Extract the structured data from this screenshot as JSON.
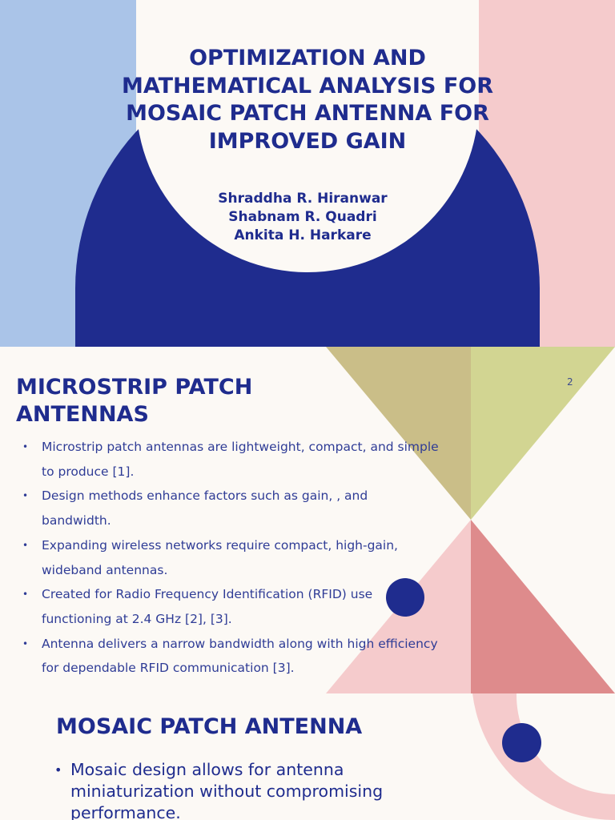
{
  "colors": {
    "navy": "#1f2c8e",
    "light_blue": "#aac4e8",
    "light_pink": "#f5cbcc",
    "rose": "#de8b8c",
    "khaki": "#cabe88",
    "lime": "#d2d592",
    "background": "#fcf9f5"
  },
  "slide1": {
    "title": "OPTIMIZATION AND MATHEMATICAL ANALYSIS FOR MOSAIC PATCH ANTENNA FOR IMPROVED GAIN",
    "title_lines": [
      "OPTIMIZATION AND",
      "MATHEMATICAL ANALYSIS FOR",
      "MOSAIC PATCH ANTENNA FOR",
      "IMPROVED GAIN"
    ],
    "authors": [
      "Shraddha R. Hiranwar",
      "Shabnam R. Quadri",
      "Ankita H. Harkare"
    ]
  },
  "slide2": {
    "page_number": "2",
    "heading_lines": [
      "MICROSTRIP PATCH",
      "ANTENNAS"
    ],
    "bullet_icon": "bullet-dot-icon",
    "bullets": [
      "Microstrip patch antennas are lightweight, compact, and simple to produce [1].",
      "Design methods enhance factors such as gain, , and bandwidth.",
      "Expanding wireless networks require compact, high-gain, wideband antennas.",
      "Created for Radio Frequency Identification (RFID) use functioning at 2.4 GHz [2], [3].",
      "Antenna delivers a narrow bandwidth along with high efficiency for dependable RFID communication [3]."
    ],
    "bullet_char": "•"
  },
  "slide3": {
    "heading": "MOSAIC PATCH ANTENNA",
    "bullets": [
      "Mosaic design allows for antenna miniaturization without compromising performance."
    ],
    "bullet_char": "•"
  }
}
